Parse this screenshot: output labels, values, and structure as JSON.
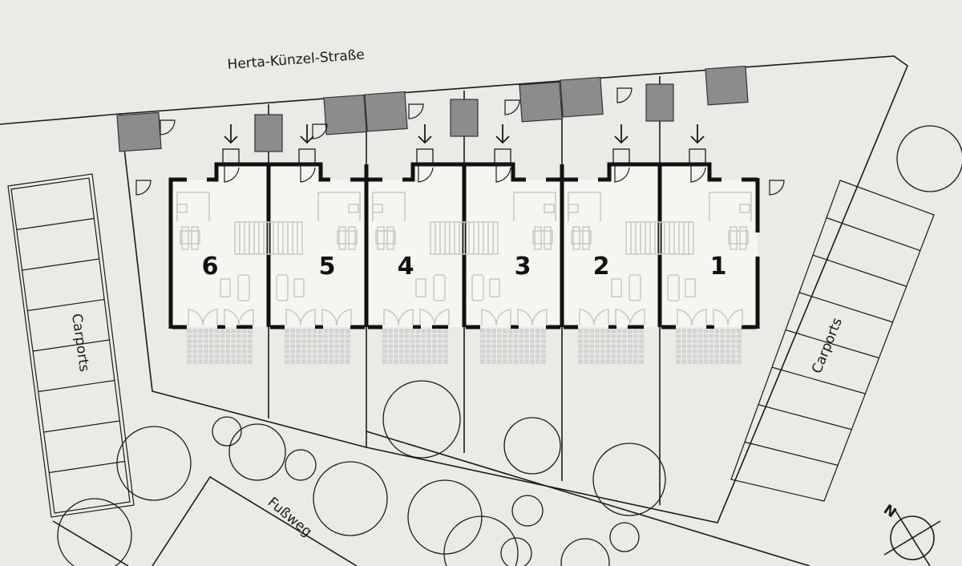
{
  "street_label": "Herta-Künzel-Straße",
  "carports_left_label": "Carports",
  "carports_right_label": "Carports",
  "footpath_label": "Fußweg",
  "north_label": "N",
  "units": [
    {
      "number": "6"
    },
    {
      "number": "5"
    },
    {
      "number": "4"
    },
    {
      "number": "3"
    },
    {
      "number": "2"
    },
    {
      "number": "1"
    }
  ],
  "colors": {
    "background": "#e9ebe6",
    "house_fill": "#f6f5f0",
    "wall": "#111111",
    "parking": "#8c8c8c",
    "furniture": "#c8c8c4"
  }
}
